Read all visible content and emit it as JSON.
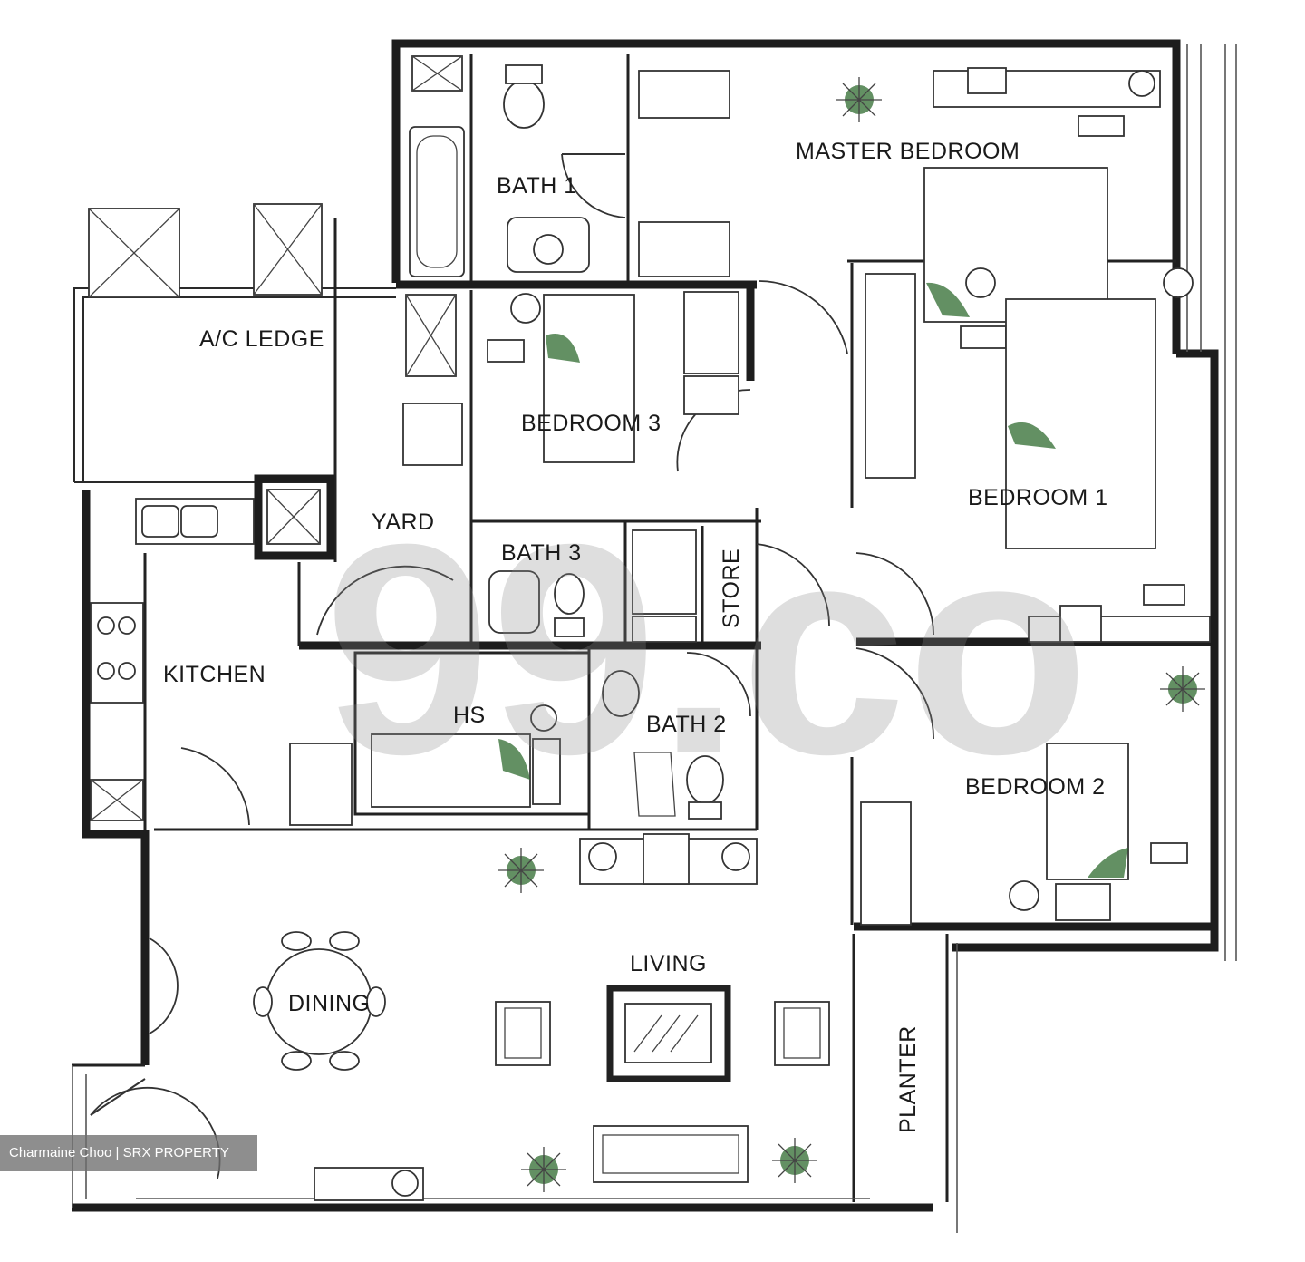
{
  "rooms": {
    "master_bedroom": "MASTER BEDROOM",
    "bath_1": "BATH 1",
    "ac_ledge": "A/C LEDGE",
    "bedroom_3": "BEDROOM 3",
    "bedroom_1": "BEDROOM 1",
    "yard": "YARD",
    "bath_3": "BATH 3",
    "store": "STORE",
    "kitchen": "KITCHEN",
    "hs": "HS",
    "bath_2": "BATH 2",
    "bedroom_2": "BEDROOM 2",
    "living": "LIVING",
    "dining": "DINING",
    "planter": "PLANTER"
  },
  "watermark": "99.co",
  "credit": "Charmaine Choo | SRX PROPERTY",
  "colors": {
    "line": "#1d1d1d",
    "plant": "#2f6b2f",
    "watermark": "#8a8a8a",
    "credit_bg": "#6e6e6e"
  }
}
